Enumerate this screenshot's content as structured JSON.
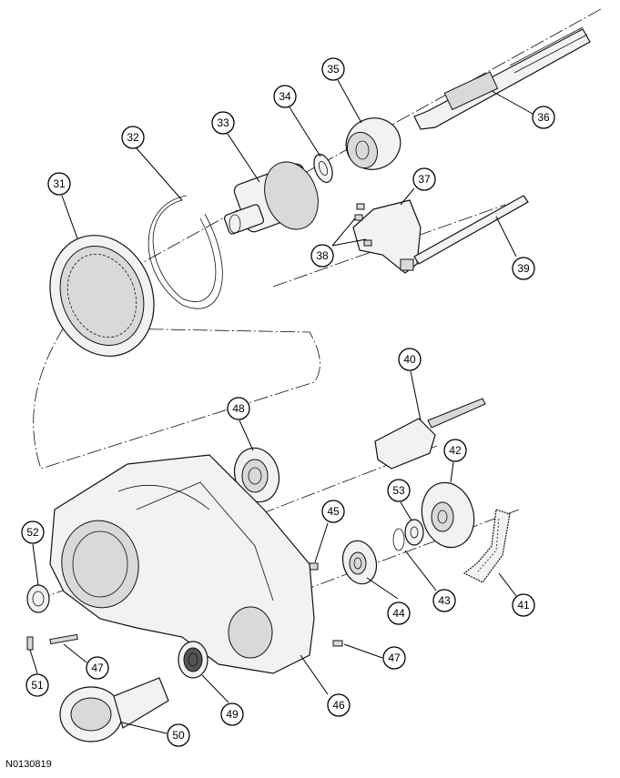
{
  "figure_id": "N0130819",
  "callouts": [
    "31",
    "32",
    "33",
    "34",
    "35",
    "36",
    "37",
    "38",
    "39",
    "40",
    "41",
    "42",
    "43",
    "44",
    "45",
    "46",
    "47",
    "47",
    "48",
    "49",
    "50",
    "51",
    "52",
    "53"
  ]
}
